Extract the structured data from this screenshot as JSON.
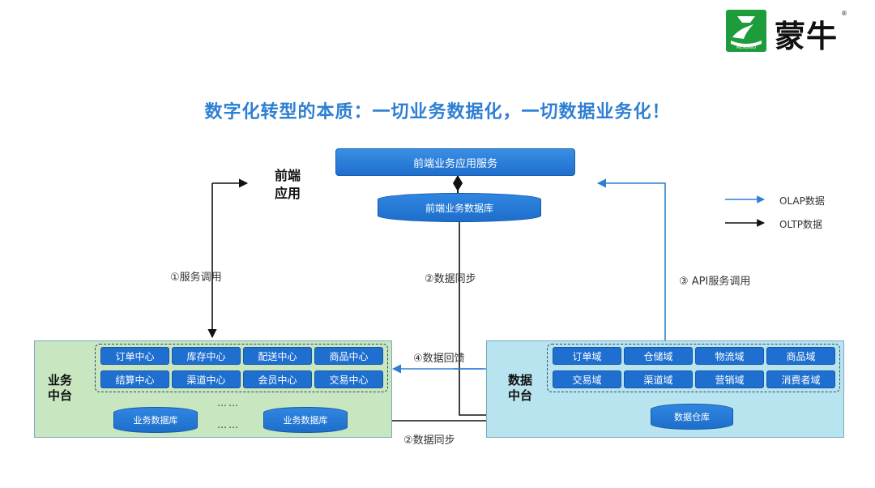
{
  "logo": {
    "brand": "蒙牛",
    "mark_text": "MENGNIU",
    "registered": "®"
  },
  "title": "数字化转型的本质：一切业务数据化，一切数据业务化！",
  "frontend": {
    "app_label": "前端\n应用",
    "service": "前端业务应用服务",
    "database": "前端业务数据库"
  },
  "flows": {
    "service_call": "①服务调用",
    "data_sync_1": "②数据同步",
    "api_call": "③ API服务调用",
    "data_feedback": "④数据回馈",
    "data_sync_2": "②数据同步"
  },
  "legend": {
    "olap": "OLAP数据",
    "oltp": "OLTP数据",
    "olap_color": "#2e7fd3",
    "oltp_color": "#111111"
  },
  "business_platform": {
    "label": "业务\n中台",
    "centers": [
      "订单中心",
      "库存中心",
      "配送中心",
      "商品中心",
      "结算中心",
      "渠道中心",
      "会员中心",
      "交易中心"
    ],
    "db1": "业务数据库",
    "db2": "业务数据库",
    "ellipsis1": "……",
    "ellipsis2": "……"
  },
  "data_platform": {
    "label": "数据\n中台",
    "domains": [
      "订单域",
      "仓储域",
      "物流域",
      "商品域",
      "交易域",
      "渠道域",
      "营销域",
      "消费者域"
    ],
    "warehouse": "数据仓库"
  }
}
